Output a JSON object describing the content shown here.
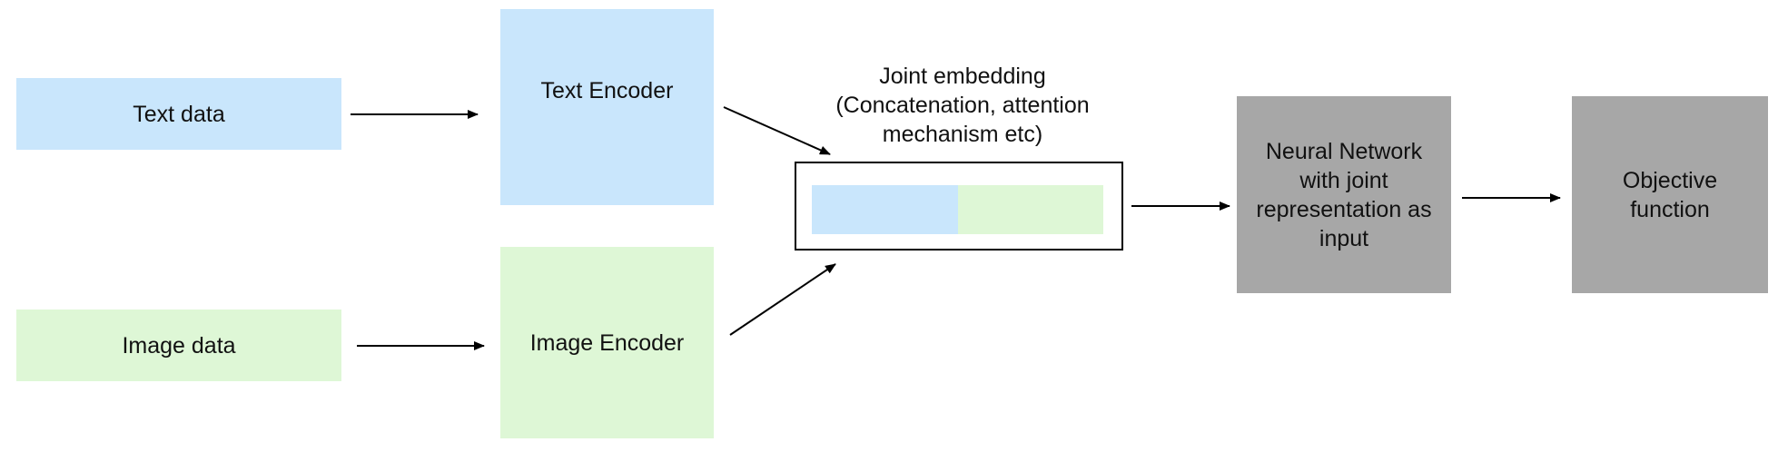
{
  "nodes": {
    "text_data": "Text data",
    "image_data": "Image data",
    "text_encoder": "Text Encoder",
    "image_encoder": "Image Encoder",
    "neural_network": [
      "Neural Network",
      "with joint",
      "representation as",
      "input"
    ],
    "objective": [
      "Objective",
      "function"
    ]
  },
  "joint_embedding": {
    "label": [
      "Joint embedding",
      "(Concatenation, attention",
      "mechanism etc)"
    ]
  },
  "colors": {
    "text_modality": "#c9e6fc",
    "image_modality": "#def7d6",
    "network_blocks": "#a7a7a7",
    "arrows": "#000000"
  }
}
